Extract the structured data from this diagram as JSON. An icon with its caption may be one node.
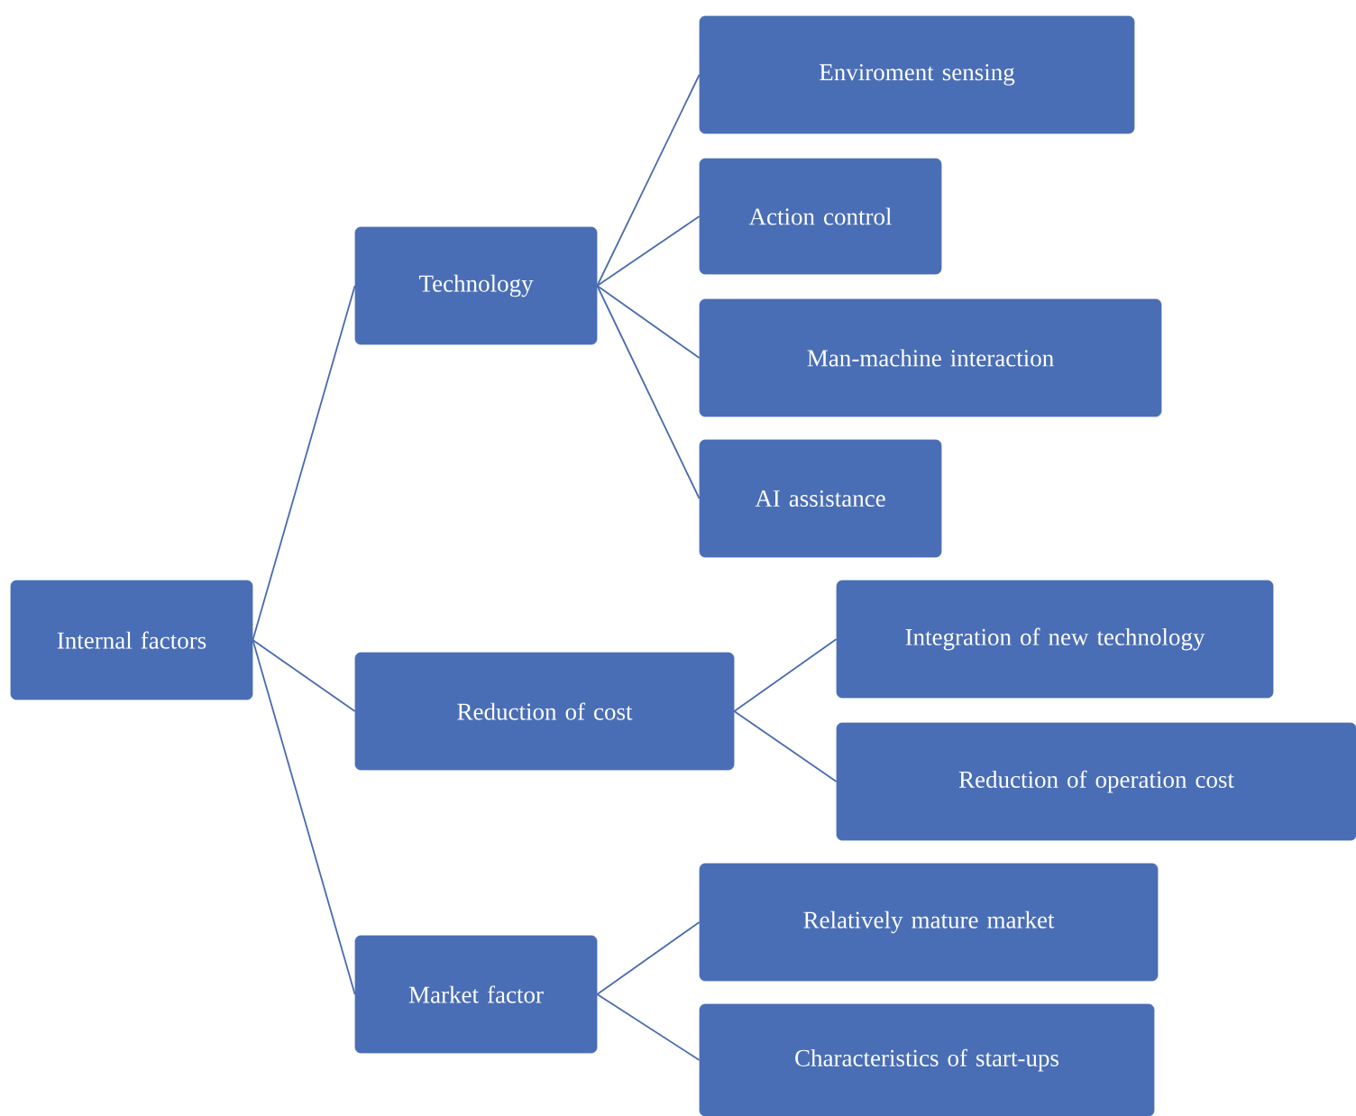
{
  "diagram": {
    "nodes": [
      {
        "text": [
          "Internal factors"
        ]
      },
      {
        "text": [
          "Technology"
        ]
      },
      {
        "text": [
          "Enviroment sensing"
        ]
      },
      {
        "text": [
          "Action control"
        ]
      },
      {
        "text": [
          "Man-machine interaction"
        ]
      },
      {
        "text": [
          "AI assistance"
        ]
      },
      {
        "text": [
          "Reduction of cost"
        ]
      },
      {
        "text": [
          "Integration of new technology"
        ]
      },
      {
        "text": [
          "Reduction of operation cost"
        ]
      },
      {
        "text": [
          "Market factor"
        ]
      },
      {
        "text": [
          "Relatively mature market"
        ]
      },
      {
        "text": [
          "Characteristics of start-ups"
        ]
      }
    ],
    "edges": [
      {
        "from": 0,
        "to": 1,
        "arrow": "none"
      },
      {
        "from": 0,
        "to": 6,
        "arrow": "none"
      },
      {
        "from": 0,
        "to": 9,
        "arrow": "none"
      },
      {
        "from": 1,
        "to": 2,
        "arrow": "none"
      },
      {
        "from": 1,
        "to": 3,
        "arrow": "none"
      },
      {
        "from": 1,
        "to": 4,
        "arrow": "none"
      },
      {
        "from": 1,
        "to": 5,
        "arrow": "none"
      },
      {
        "from": 6,
        "to": 7,
        "arrow": "none"
      },
      {
        "from": 6,
        "to": 8,
        "arrow": "none"
      },
      {
        "from": 9,
        "to": 10,
        "arrow": "none"
      },
      {
        "from": 9,
        "to": 11,
        "arrow": "none"
      }
    ]
  }
}
